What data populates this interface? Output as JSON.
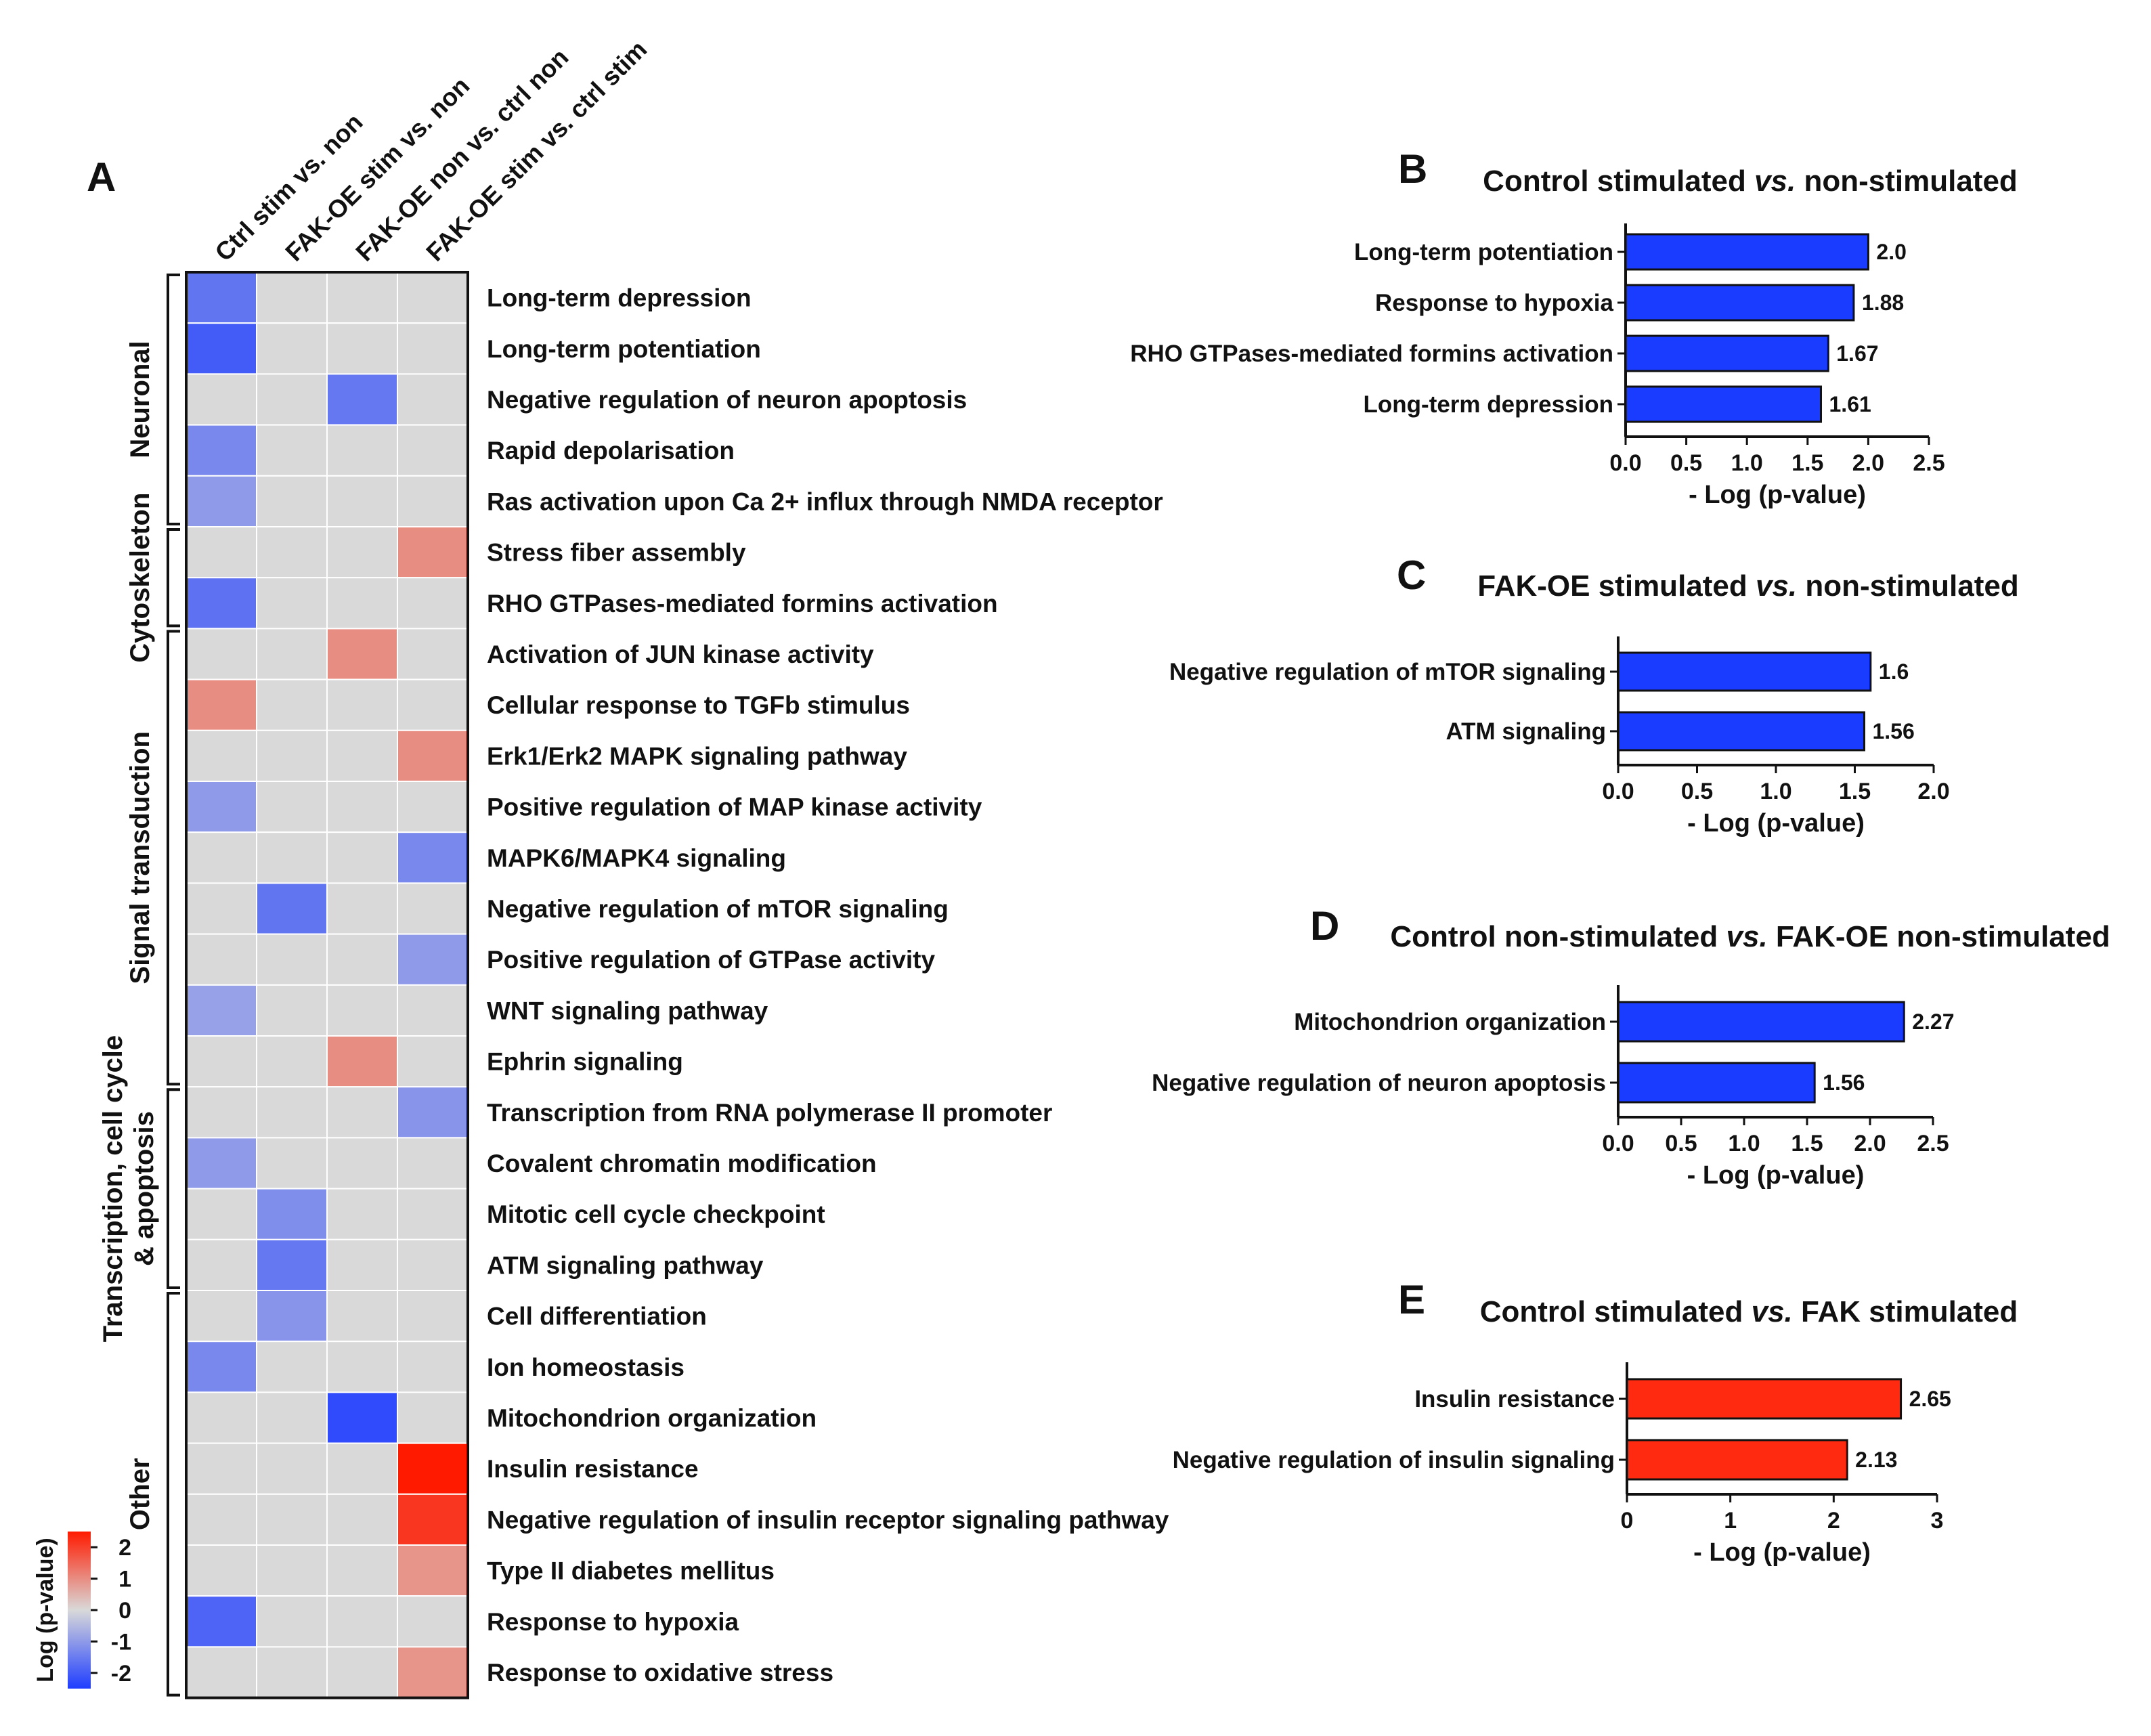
{
  "colors": {
    "neutral": "#d9d9d9",
    "low": "#1f3dff",
    "high": "#ff1a00",
    "bar_blue": "#1a3cff",
    "bar_red": "#ff2a10",
    "cell_border": "#ffffff",
    "axis": "#111111"
  },
  "chart_data": [
    {
      "panel": "A",
      "type": "heatmap",
      "columns": [
        "Ctrl stim vs. non",
        "FAK-OE stim vs. non",
        "FAK-OE non vs. ctrl non",
        "FAK-OE stim vs. ctrl stim"
      ],
      "rows": [
        "Long-term depression",
        "Long-term potentiation",
        "Negative regulation of neuron apoptosis",
        "Rapid depolarisation",
        "Ras activation upon Ca 2+ influx through NMDA receptor",
        "Stress fiber assembly",
        "RHO GTPases-mediated formins activation",
        "Activation of JUN kinase activity",
        "Cellular response to TGFb stimulus",
        "Erk1/Erk2 MAPK signaling pathway",
        "Positive regulation of MAP kinase activity",
        "MAPK6/MAPK4 signaling",
        "Negative regulation of mTOR signaling",
        "Positive regulation of GTPase activity",
        "WNT signaling pathway",
        "Ephrin signaling",
        "Transcription from RNA polymerase II promoter",
        "Covalent chromatin modification",
        "Mitotic cell cycle checkpoint",
        "ATM signaling pathway",
        "Cell differentiation",
        "Ion homeostasis",
        "Mitochondrion organization",
        "Insulin resistance",
        "Negative regulation of insulin receptor signaling pathway",
        "Type II diabetes mellitus",
        "Response to hypoxia",
        "Response to oxidative stress"
      ],
      "values": [
        [
          -1.61,
          0,
          0,
          0
        ],
        [
          -2.0,
          0,
          0,
          0
        ],
        [
          0,
          0,
          -1.56,
          0
        ],
        [
          -1.3,
          0,
          0,
          0
        ],
        [
          -1.0,
          0,
          0,
          0
        ],
        [
          0,
          0,
          0,
          1.0
        ],
        [
          -1.67,
          0,
          0,
          0
        ],
        [
          0,
          0,
          1.0,
          0
        ],
        [
          1.0,
          0,
          0,
          0
        ],
        [
          0,
          0,
          0,
          1.0
        ],
        [
          -1.0,
          0,
          0,
          0
        ],
        [
          0,
          0,
          0,
          -1.3
        ],
        [
          0,
          -1.6,
          0,
          0
        ],
        [
          0,
          0,
          0,
          -1.0
        ],
        [
          -0.9,
          0,
          0,
          0
        ],
        [
          0,
          0,
          1.0,
          0
        ],
        [
          0,
          0,
          0,
          -1.1
        ],
        [
          -1.0,
          0,
          0,
          0
        ],
        [
          0,
          -1.2,
          0,
          0
        ],
        [
          0,
          -1.56,
          0,
          0
        ],
        [
          0,
          -1.1,
          0,
          0
        ],
        [
          -1.3,
          0,
          0,
          0
        ],
        [
          0,
          0,
          -2.27,
          0
        ],
        [
          0,
          0,
          0,
          2.65
        ],
        [
          0,
          0,
          0,
          2.13
        ],
        [
          0,
          0,
          0,
          0.9
        ],
        [
          -1.88,
          0,
          0,
          0
        ],
        [
          0,
          0,
          0,
          0.9
        ]
      ],
      "groups": [
        {
          "label": "Neuronal",
          "from": 0,
          "to": 4
        },
        {
          "label": "Cytoskeleton",
          "from": 5,
          "to": 6
        },
        {
          "label": "Signal transduction",
          "from": 7,
          "to": 15
        },
        {
          "label": "Transcription, cell cycle",
          "label2": "& apoptosis",
          "from": 16,
          "to": 19
        },
        {
          "label": "Other",
          "from": 20,
          "to": 27
        }
      ],
      "colorbar": {
        "label": "Log (p-value)",
        "ticks": [
          2,
          1,
          0,
          -1,
          -2
        ],
        "range": [
          -2.5,
          2.5
        ]
      }
    },
    {
      "panel": "B",
      "type": "bar",
      "orientation": "horizontal",
      "title_parts": [
        "Control stimulated ",
        "vs.",
        " non-stimulated"
      ],
      "categories": [
        "Long-term potentiation",
        "Response to hypoxia",
        "RHO GTPases-mediated formins activation",
        "Long-term depression"
      ],
      "values": [
        2.0,
        1.88,
        1.67,
        1.61
      ],
      "value_labels": [
        "2.0",
        "1.88",
        "1.67",
        "1.61"
      ],
      "xlabel": "- Log (p-value)",
      "xlim": [
        0,
        2.5
      ],
      "xticks": [
        "0.0",
        "0.5",
        "1.0",
        "1.5",
        "2.0",
        "2.5"
      ],
      "color": "blue"
    },
    {
      "panel": "C",
      "type": "bar",
      "orientation": "horizontal",
      "title_parts": [
        "FAK-OE stimulated ",
        "vs.",
        " non-stimulated"
      ],
      "categories": [
        "Negative regulation of mTOR signaling",
        "ATM signaling"
      ],
      "values": [
        1.6,
        1.56
      ],
      "value_labels": [
        "1.6",
        "1.56"
      ],
      "xlabel": "- Log (p-value)",
      "xlim": [
        0,
        2.0
      ],
      "xticks": [
        "0.0",
        "0.5",
        "1.0",
        "1.5",
        "2.0"
      ],
      "color": "blue"
    },
    {
      "panel": "D",
      "type": "bar",
      "orientation": "horizontal",
      "title_parts": [
        "Control non-stimulated ",
        "vs.",
        " FAK-OE non-stimulated"
      ],
      "categories": [
        "Mitochondrion organization",
        "Negative regulation of neuron apoptosis"
      ],
      "values": [
        2.27,
        1.56
      ],
      "value_labels": [
        "2.27",
        "1.56"
      ],
      "xlabel": "- Log (p-value)",
      "xlim": [
        0,
        2.5
      ],
      "xticks": [
        "0.0",
        "0.5",
        "1.0",
        "1.5",
        "2.0",
        "2.5"
      ],
      "color": "blue"
    },
    {
      "panel": "E",
      "type": "bar",
      "orientation": "horizontal",
      "title_parts": [
        "Control stimulated ",
        "vs.",
        " FAK stimulated"
      ],
      "categories": [
        "Insulin resistance",
        "Negative regulation of insulin signaling"
      ],
      "values": [
        2.65,
        2.13
      ],
      "value_labels": [
        "2.65",
        "2.13"
      ],
      "xlabel": "- Log (p-value)",
      "xlim": [
        0,
        3
      ],
      "xticks": [
        "0",
        "1",
        "2",
        "3"
      ],
      "color": "red"
    }
  ]
}
